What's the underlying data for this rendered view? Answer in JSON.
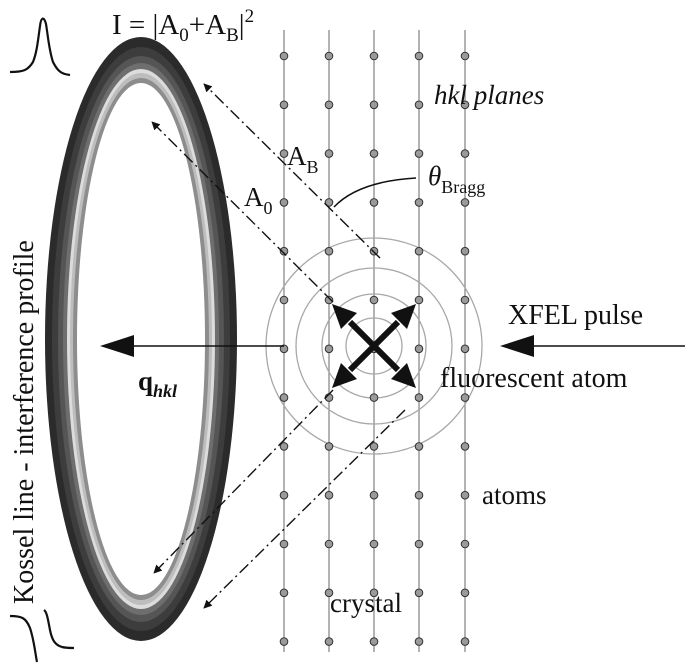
{
  "labels": {
    "intensity": {
      "base": "I = |A",
      "s1": "0",
      "mid": "+A",
      "s2": "B",
      "end": "|",
      "sup": "2"
    },
    "hkl_planes": "hkl planes",
    "a_b": {
      "base": "A",
      "sub": "B"
    },
    "a_0": {
      "base": "A",
      "sub": "0"
    },
    "theta": {
      "base": "θ",
      "sub": "Bragg"
    },
    "xfel": "XFEL pulse",
    "q": {
      "base": "q",
      "sub": "hkl"
    },
    "fluorescent": "fluorescent atom",
    "atoms": "atoms",
    "crystal": "crystal",
    "kossel": "Kossel line - interference profile"
  },
  "colors": {
    "ring_dark": "#2b2b2b",
    "ring_light": "#dcdcdc",
    "lattice": "#8a8a8a",
    "atom_fill": "#9a9a9a",
    "wave": "#a8a8a8",
    "ink": "#111111"
  }
}
